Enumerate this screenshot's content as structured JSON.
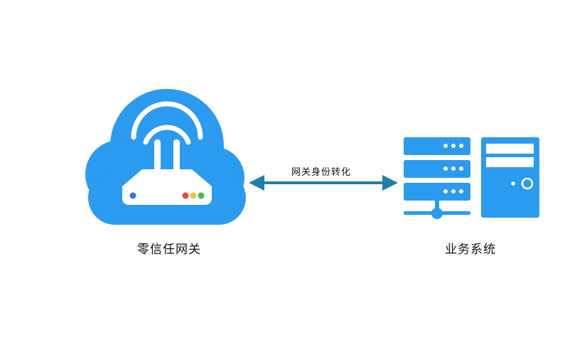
{
  "diagram": {
    "nodes": [
      {
        "id": "gateway",
        "label": "零信任网关",
        "icon": "cloud-router-icon"
      },
      {
        "id": "business",
        "label": "业务系统",
        "icon": "server-rack-icon"
      }
    ],
    "edges": [
      {
        "from": "gateway",
        "to": "business",
        "label": "网关身份转化",
        "direction": "bidirectional"
      }
    ]
  },
  "colors": {
    "primary_blue": "#2b9bf0",
    "arrow_teal": "#1f7fa6",
    "led_blue": "#3b6fe0",
    "led_red": "#e8473b",
    "led_yellow": "#f2c12e",
    "led_green": "#3fbf5a"
  }
}
